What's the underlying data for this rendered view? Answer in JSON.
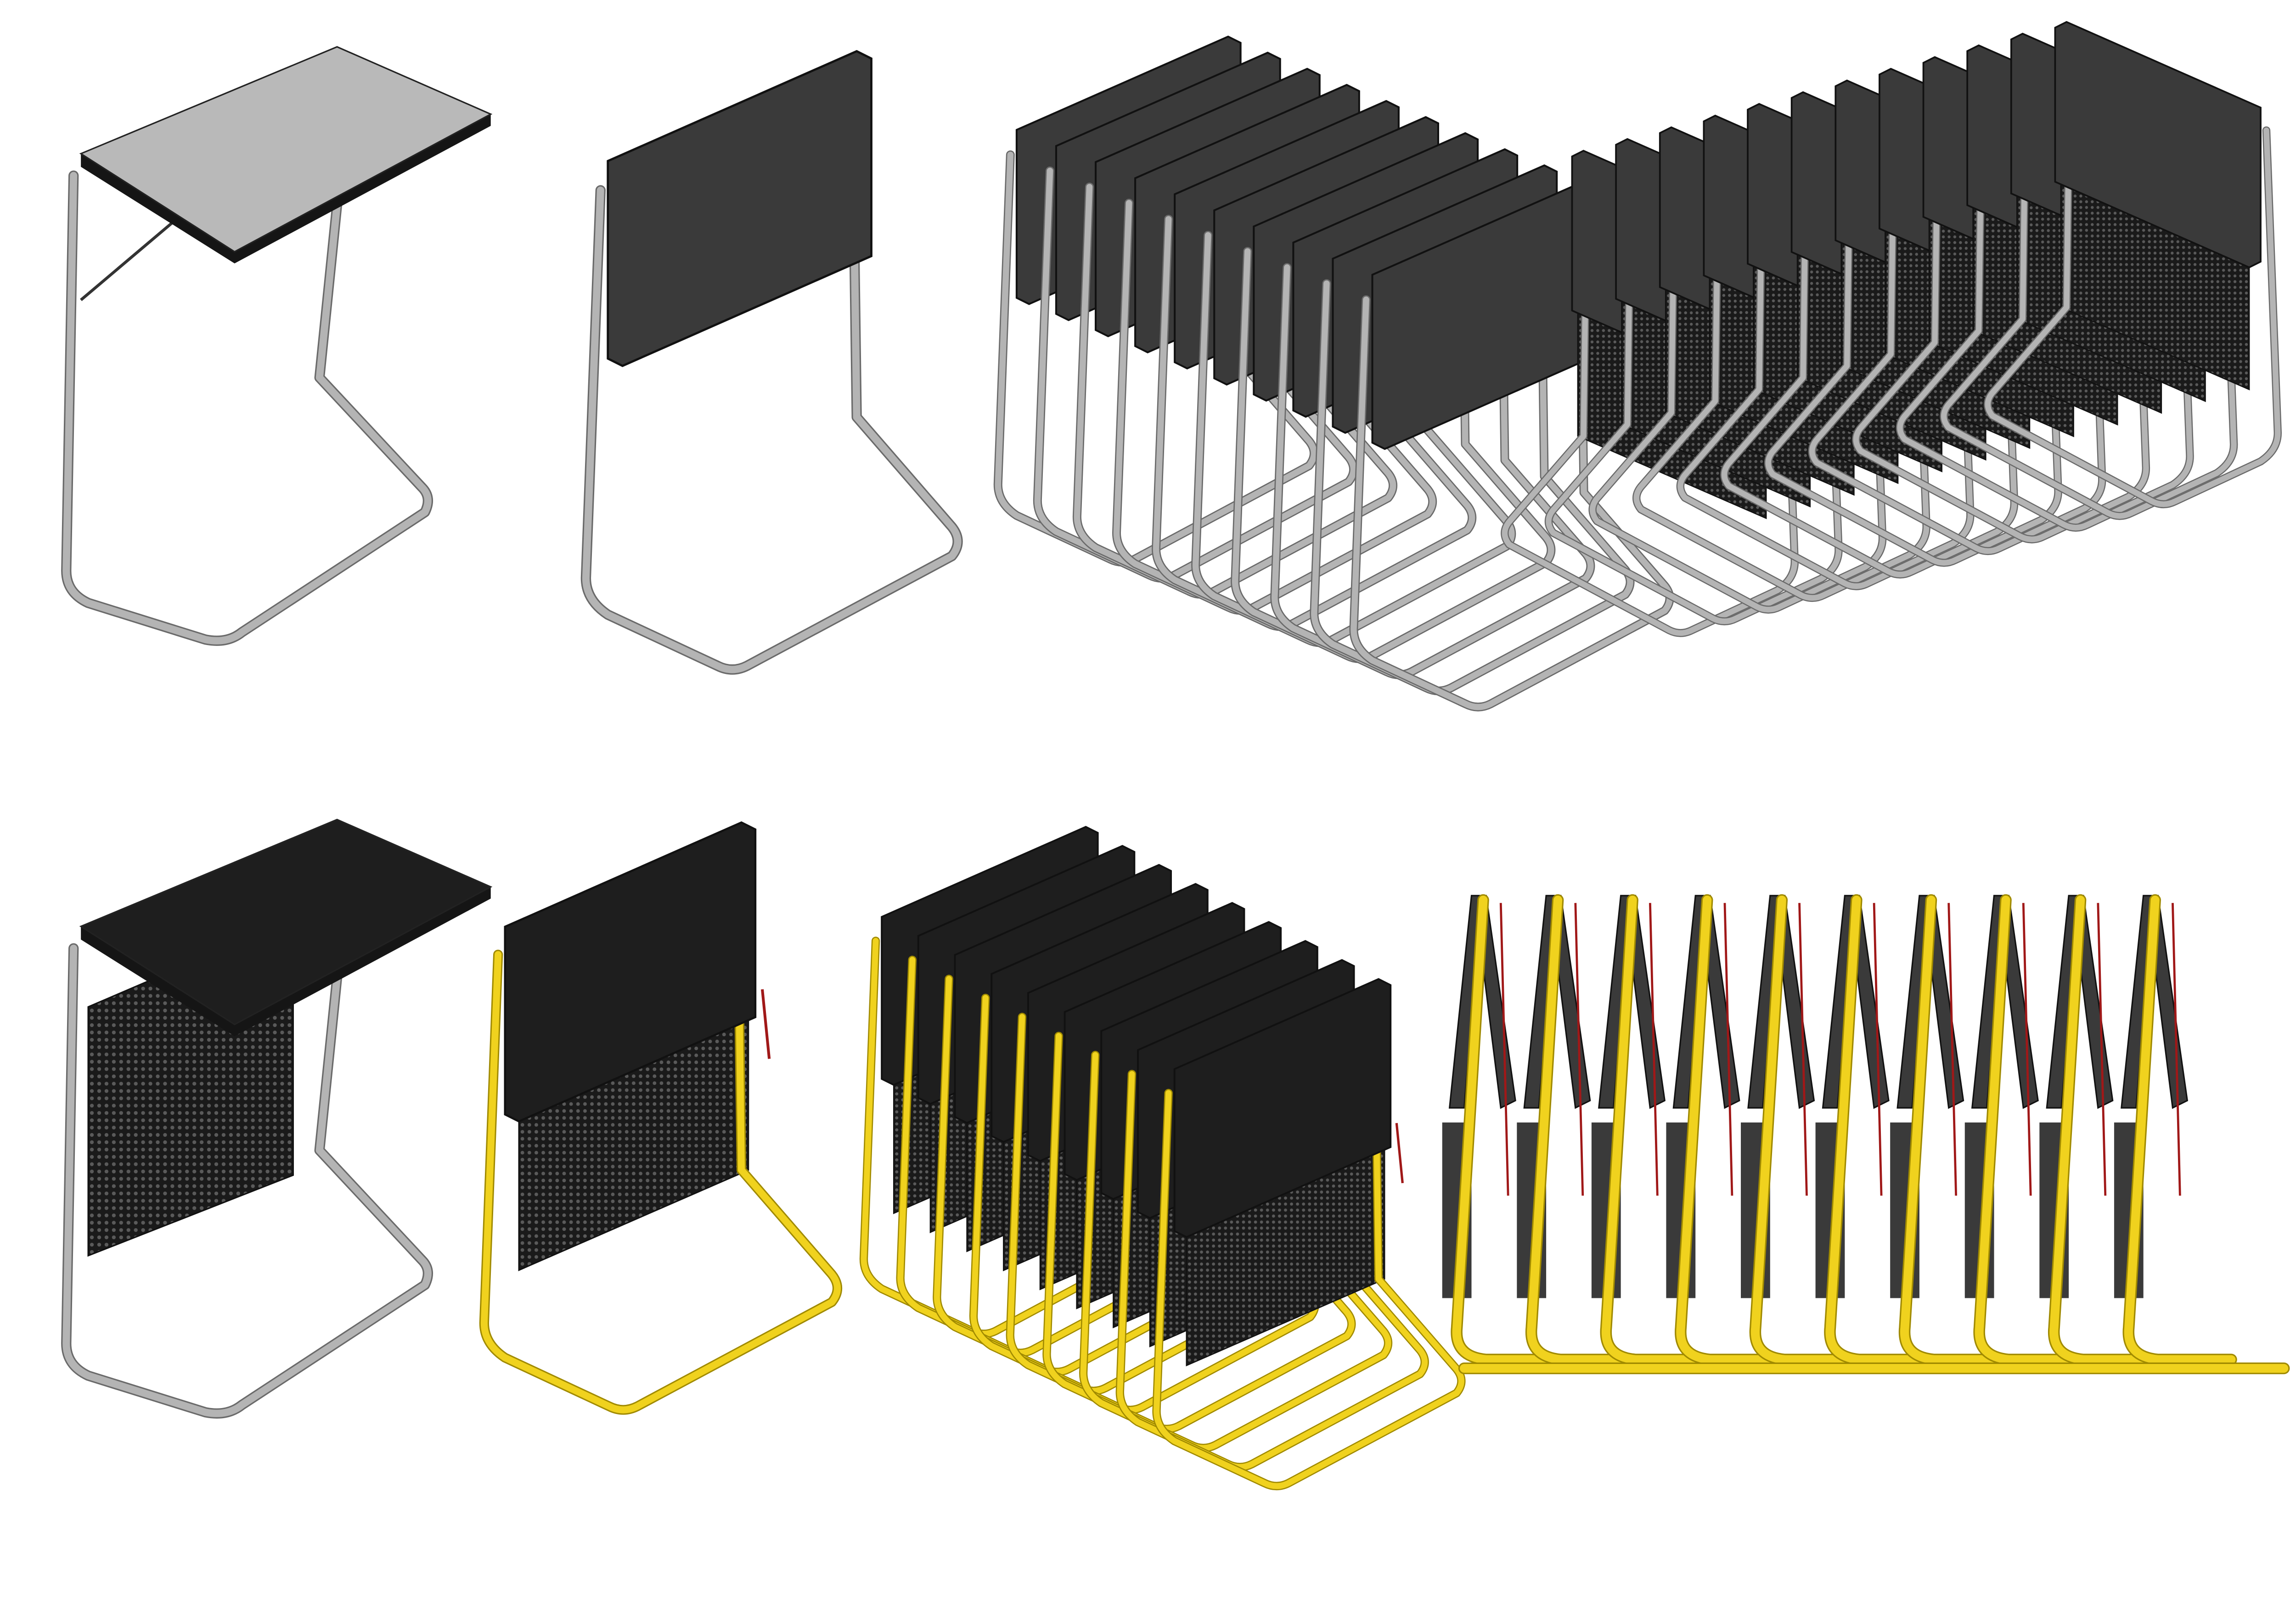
{
  "colors": {
    "background": "#ffffff",
    "chrome_frame": "#b4b4b4",
    "chrome_edge": "#6a6a6a",
    "yellow_frame": "#f0d21e",
    "yellow_edge": "#a08a00",
    "top_light": "#b9b9b9",
    "top_dark": "#3a3a3a",
    "top_black": "#1e1e1e",
    "mesh": "#2a2a2a",
    "strap_red": "#a01818"
  },
  "groups": [
    {
      "id": "open-table-chrome",
      "count": 1,
      "state": "open",
      "top": "light",
      "frame": "chrome",
      "mesh": false
    },
    {
      "id": "folded-table-chrome",
      "count": 1,
      "state": "folded",
      "top": "dark",
      "frame": "chrome",
      "mesh": false
    },
    {
      "id": "stacked-tables-chrome",
      "count": 10,
      "state": "folded",
      "top": "dark",
      "frame": "chrome",
      "mesh": false
    },
    {
      "id": "stacked-tables-chrome-rear",
      "count": 12,
      "state": "folded",
      "top": "dark",
      "frame": "chrome",
      "mesh": true
    },
    {
      "id": "open-table-mesh",
      "count": 1,
      "state": "open",
      "top": "black",
      "frame": "chrome",
      "mesh": true
    },
    {
      "id": "folded-table-yellow",
      "count": 1,
      "state": "folded",
      "top": "black",
      "frame": "yellow",
      "mesh": true
    },
    {
      "id": "stacked-tables-yellow",
      "count": 9,
      "state": "folded",
      "top": "black",
      "frame": "yellow",
      "mesh": true
    },
    {
      "id": "nested-tables-yellow-side",
      "count": 10,
      "state": "folded",
      "top": "black",
      "frame": "yellow",
      "mesh": false
    }
  ]
}
